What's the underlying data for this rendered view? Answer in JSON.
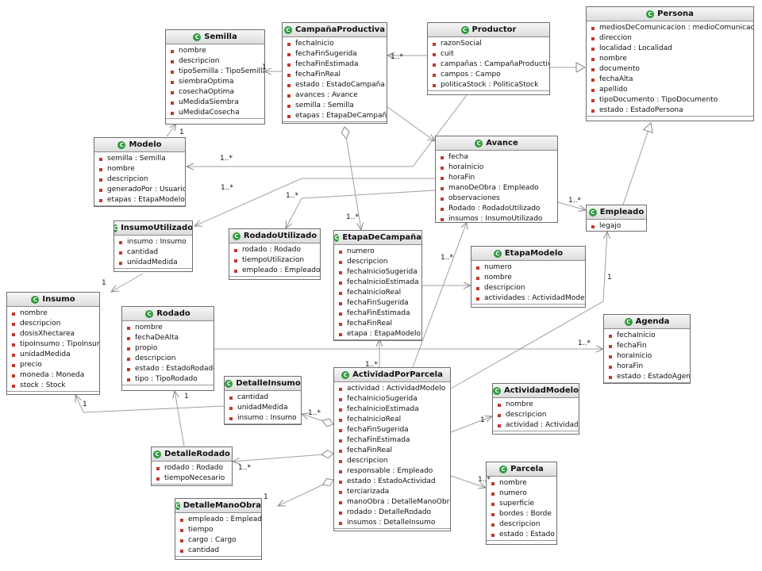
{
  "classes": [
    {
      "id": "semilla",
      "name": "Semilla",
      "attrs": [
        "nombre",
        "descripcion",
        "tipoSemilla : TipoSemilla",
        "siembraOptima",
        "cosechaOptima",
        "uMedidaSiembra",
        "uMedidaCosecha"
      ]
    },
    {
      "id": "campania",
      "name": "CampañaProductiva",
      "attrs": [
        "fechaInicio",
        "fechaFinSugerida",
        "fechaFinEstimada",
        "fechaFinReal",
        "estado : EstadoCampaña",
        "avances : Avance",
        "semilla : Semilla",
        "etapas : EtapaDeCampaña"
      ]
    },
    {
      "id": "productor",
      "name": "Productor",
      "attrs": [
        "razonSocial",
        "cuit",
        "campañas : CampañaProductiva",
        "campos : Campo",
        "politicaStock : PoliticaStock"
      ]
    },
    {
      "id": "persona",
      "name": "Persona",
      "attrs": [
        "mediosDeComunicacion : medioComunicacion",
        "direccion",
        "localidad : Localidad",
        "nombre",
        "documento",
        "fechaAlta",
        "apellido",
        "tipoDocumento : TipoDocumento",
        "estado : EstadoPersona"
      ]
    },
    {
      "id": "modelo",
      "name": "Modelo",
      "attrs": [
        "semilla : Semilla",
        "nombre",
        "descripcion",
        "generadoPor : Usuario",
        "etapas : EtapaModelo"
      ]
    },
    {
      "id": "avance",
      "name": "Avance",
      "attrs": [
        "fecha",
        "horaInicio",
        "horaFin",
        "manoDeObra : Empleado",
        "observaciones",
        "Rodado : RodadoUtilizado",
        "insumos : InsumoUtilizado"
      ]
    },
    {
      "id": "empleado",
      "name": "Empleado",
      "attrs": [
        "legajo"
      ]
    },
    {
      "id": "insumoUtil",
      "name": "InsumoUtilizado",
      "attrs": [
        "insumo : Insumo",
        "cantidad",
        "unidadMedida"
      ]
    },
    {
      "id": "rodadoUtil",
      "name": "RodadoUtilizado",
      "attrs": [
        "rodado : Rodado",
        "tiempoUtilizacion",
        "empleado : Empleado"
      ]
    },
    {
      "id": "etapaCamp",
      "name": "EtapaDeCampaña",
      "attrs": [
        "numero",
        "descripcion",
        "fechaInicioSugerida",
        "fechaInicioEstimada",
        "fechaInicioReal",
        "fechaFinSugerida",
        "fechaFinEstimada",
        "fechaFinReal",
        "etapa : EtapaModelo"
      ]
    },
    {
      "id": "etapaModelo",
      "name": "EtapaModelo",
      "attrs": [
        "numero",
        "nombre",
        "descripcion",
        "actividades : ActividadModelo"
      ]
    },
    {
      "id": "insumo",
      "name": "Insumo",
      "attrs": [
        "nombre",
        "descripcion",
        "dosisXhectarea",
        "tipoInsumo : TipoInsumo",
        "unidadMedida",
        "precio",
        "moneda : Moneda",
        "stock : Stock"
      ]
    },
    {
      "id": "rodado",
      "name": "Rodado",
      "attrs": [
        "nombre",
        "fechaDeAlta",
        "propio",
        "descripcion",
        "estado : EstadoRodado",
        "tipo : TipoRodado"
      ]
    },
    {
      "id": "agenda",
      "name": "Agenda",
      "attrs": [
        "fechaInicio",
        "fechaFin",
        "horaInicio",
        "horaFin",
        "estado : EstadoAgenda"
      ]
    },
    {
      "id": "detalleInsumo",
      "name": "DetalleInsumo",
      "attrs": [
        "cantidad",
        "unidadMedida",
        "insumo : Insumo"
      ]
    },
    {
      "id": "actividad",
      "name": "ActividadPorParcela",
      "attrs": [
        "actividad : ActividadModelo",
        "fechaInicioSugerida",
        "fechaInicioEstimada",
        "fechaInicioReal",
        "fechaFinSugerida",
        "fechaFinEstimada",
        "fechaFinReal",
        "descripcion",
        "responsable : Empleado",
        "estado : EstadoActividad",
        "terciarizada",
        "manoObra : DetalleManoObra",
        "rodado : DetalleRodado",
        "insumos : DetalleInsumo"
      ]
    },
    {
      "id": "actividadModelo",
      "name": "ActividadModelo",
      "attrs": [
        "nombre",
        "descripcion",
        "actividad : Actividad"
      ]
    },
    {
      "id": "detalleRodado",
      "name": "DetalleRodado",
      "attrs": [
        "rodado : Rodado",
        "tiempoNecesario"
      ]
    },
    {
      "id": "parcela",
      "name": "Parcela",
      "attrs": [
        "nombre",
        "numero",
        "superficie",
        "bordes : Borde",
        "descripcion",
        "estado : Estado"
      ]
    },
    {
      "id": "detalleMano",
      "name": "DetalleManoObra",
      "attrs": [
        "empleado : Empleado",
        "tiempo",
        "cargo : Cargo",
        "cantidad"
      ]
    }
  ],
  "multiplicities": [
    {
      "id": "m1",
      "text": "1"
    },
    {
      "id": "m2",
      "text": "1..*"
    },
    {
      "id": "m3",
      "text": "1"
    },
    {
      "id": "m4",
      "text": "1..*"
    },
    {
      "id": "m5",
      "text": "1..*"
    },
    {
      "id": "m6",
      "text": "1..*"
    },
    {
      "id": "m7",
      "text": "1..*"
    },
    {
      "id": "m8",
      "text": "1..*"
    },
    {
      "id": "m9",
      "text": "1"
    },
    {
      "id": "m10",
      "text": "1..*"
    },
    {
      "id": "m11",
      "text": "1"
    },
    {
      "id": "m12",
      "text": "1..*"
    },
    {
      "id": "m13",
      "text": "1..*"
    },
    {
      "id": "m14",
      "text": "1"
    },
    {
      "id": "m15",
      "text": "1..*"
    },
    {
      "id": "m16",
      "text": "1"
    },
    {
      "id": "m17",
      "text": "1"
    },
    {
      "id": "m18",
      "text": "1..*"
    },
    {
      "id": "m19",
      "text": "1..*"
    },
    {
      "id": "m20",
      "text": "1"
    }
  ],
  "colors": {
    "line": "#a0a0a0",
    "class_icon": "#2f9a3e",
    "visibility_marker": "#c0392b"
  }
}
